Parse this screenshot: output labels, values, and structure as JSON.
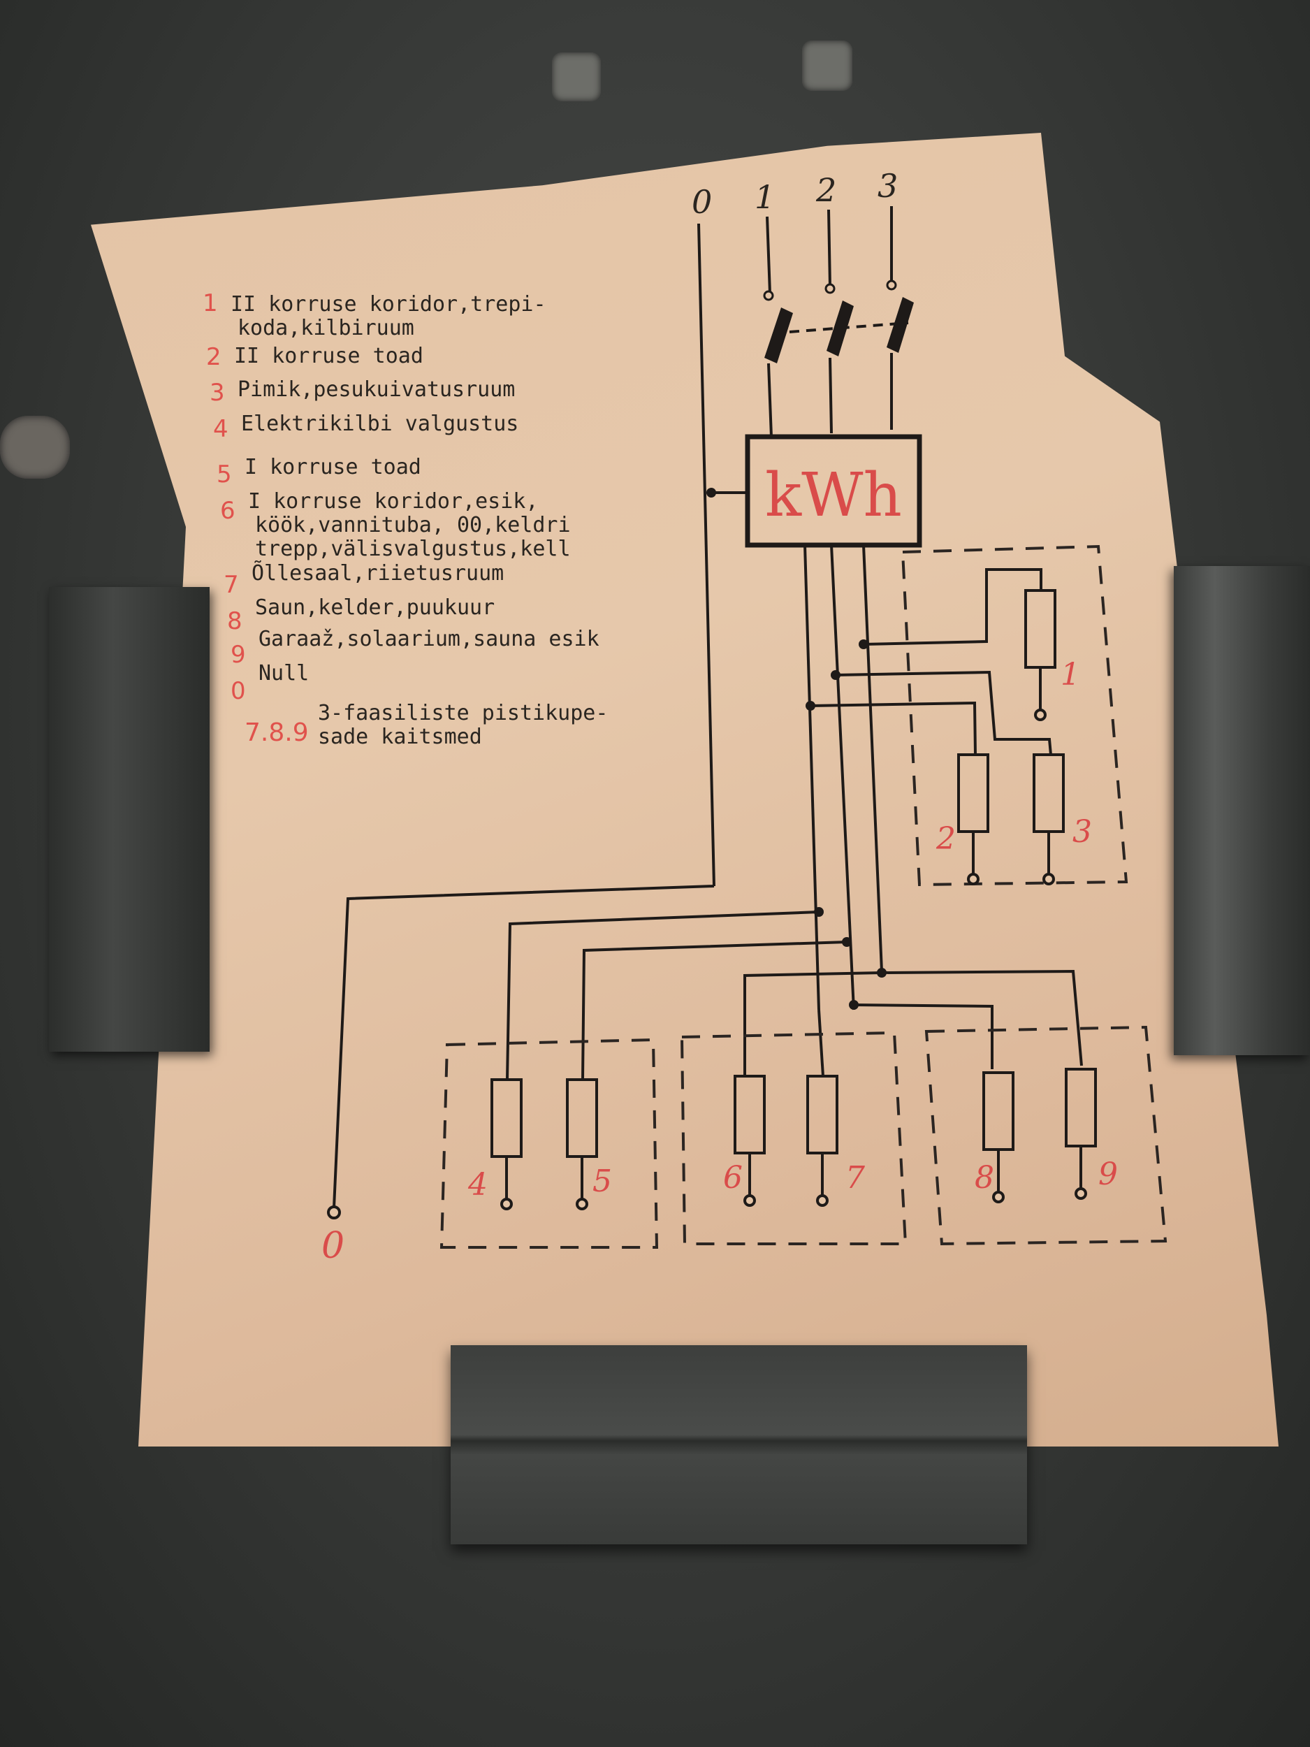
{
  "legend": [
    {
      "num": "1",
      "lines": [
        "II korruse koridor,trepi-",
        "koda,kilbiruum"
      ]
    },
    {
      "num": "2",
      "lines": [
        "II korruse toad"
      ]
    },
    {
      "num": "3",
      "lines": [
        "Pimik,pesukuivatusruum"
      ]
    },
    {
      "num": "4",
      "lines": [
        "Elektrikilbi valgustus"
      ]
    },
    {
      "num": "5",
      "lines": [
        "I korruse toad"
      ]
    },
    {
      "num": "6",
      "lines": [
        "I korruse koridor,esik,",
        "köök,vannituba, 00,keldri",
        "trepp,välisvalgustus,kell"
      ]
    },
    {
      "num": "7",
      "lines": [
        "Õllesaal,riietusruum"
      ]
    },
    {
      "num": "8",
      "lines": [
        "Saun,kelder,puukuur"
      ]
    },
    {
      "num": "9",
      "lines": [
        "Garaaž,solaarium,sauna esik"
      ]
    },
    {
      "num": "0",
      "lines": [
        "Null"
      ]
    },
    {
      "num": "7.8.9",
      "lines": [
        "3-faasiliste pistikupe-",
        "sade kaitsmed"
      ]
    }
  ],
  "diagram": {
    "phase_labels": [
      "0",
      "1",
      "2",
      "3"
    ],
    "meter_label": "kWh",
    "fuse_labels": [
      "1",
      "2",
      "3",
      "4",
      "5",
      "6",
      "7",
      "8",
      "9"
    ],
    "null_label": "0"
  },
  "colors": {
    "ink": "#1e1a18",
    "red_ink": "#e0524c",
    "paper": "#e4c4a6",
    "panel": "#3a3c3a"
  }
}
